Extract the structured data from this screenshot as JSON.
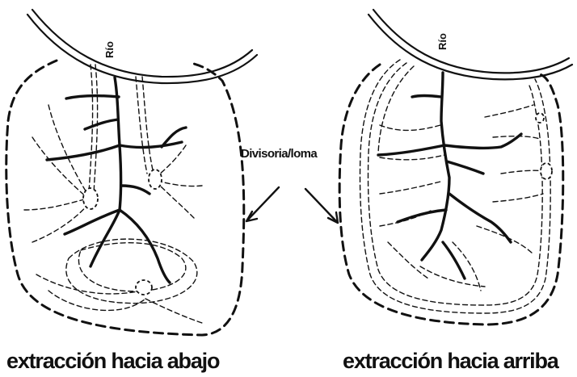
{
  "labels": {
    "river": "Río",
    "divide": "Divisoria/loma",
    "left_caption": "extracción hacia abajo",
    "right_caption": "extracción hacia arriba"
  }
}
